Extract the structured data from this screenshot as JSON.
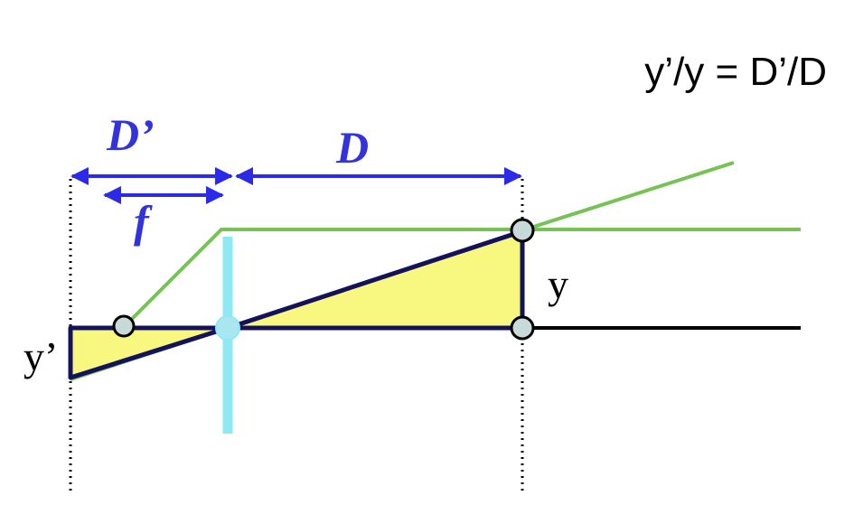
{
  "formula": "y’/y = D’/D",
  "labels": {
    "d_prime": "D’",
    "d": "D",
    "f": "f",
    "y": "y",
    "y_prime": "y’"
  },
  "colors": {
    "background": "#ffffff",
    "dimension_arrows": "#2a2ae8",
    "label_blue": "#3333dd",
    "ray_green": "#77c257",
    "triangle_fill": "#f8f880",
    "object_lines": "#14125a",
    "axis": "#000000",
    "lens": "#8ee9f4",
    "point_fill": "#c7d9d9"
  }
}
